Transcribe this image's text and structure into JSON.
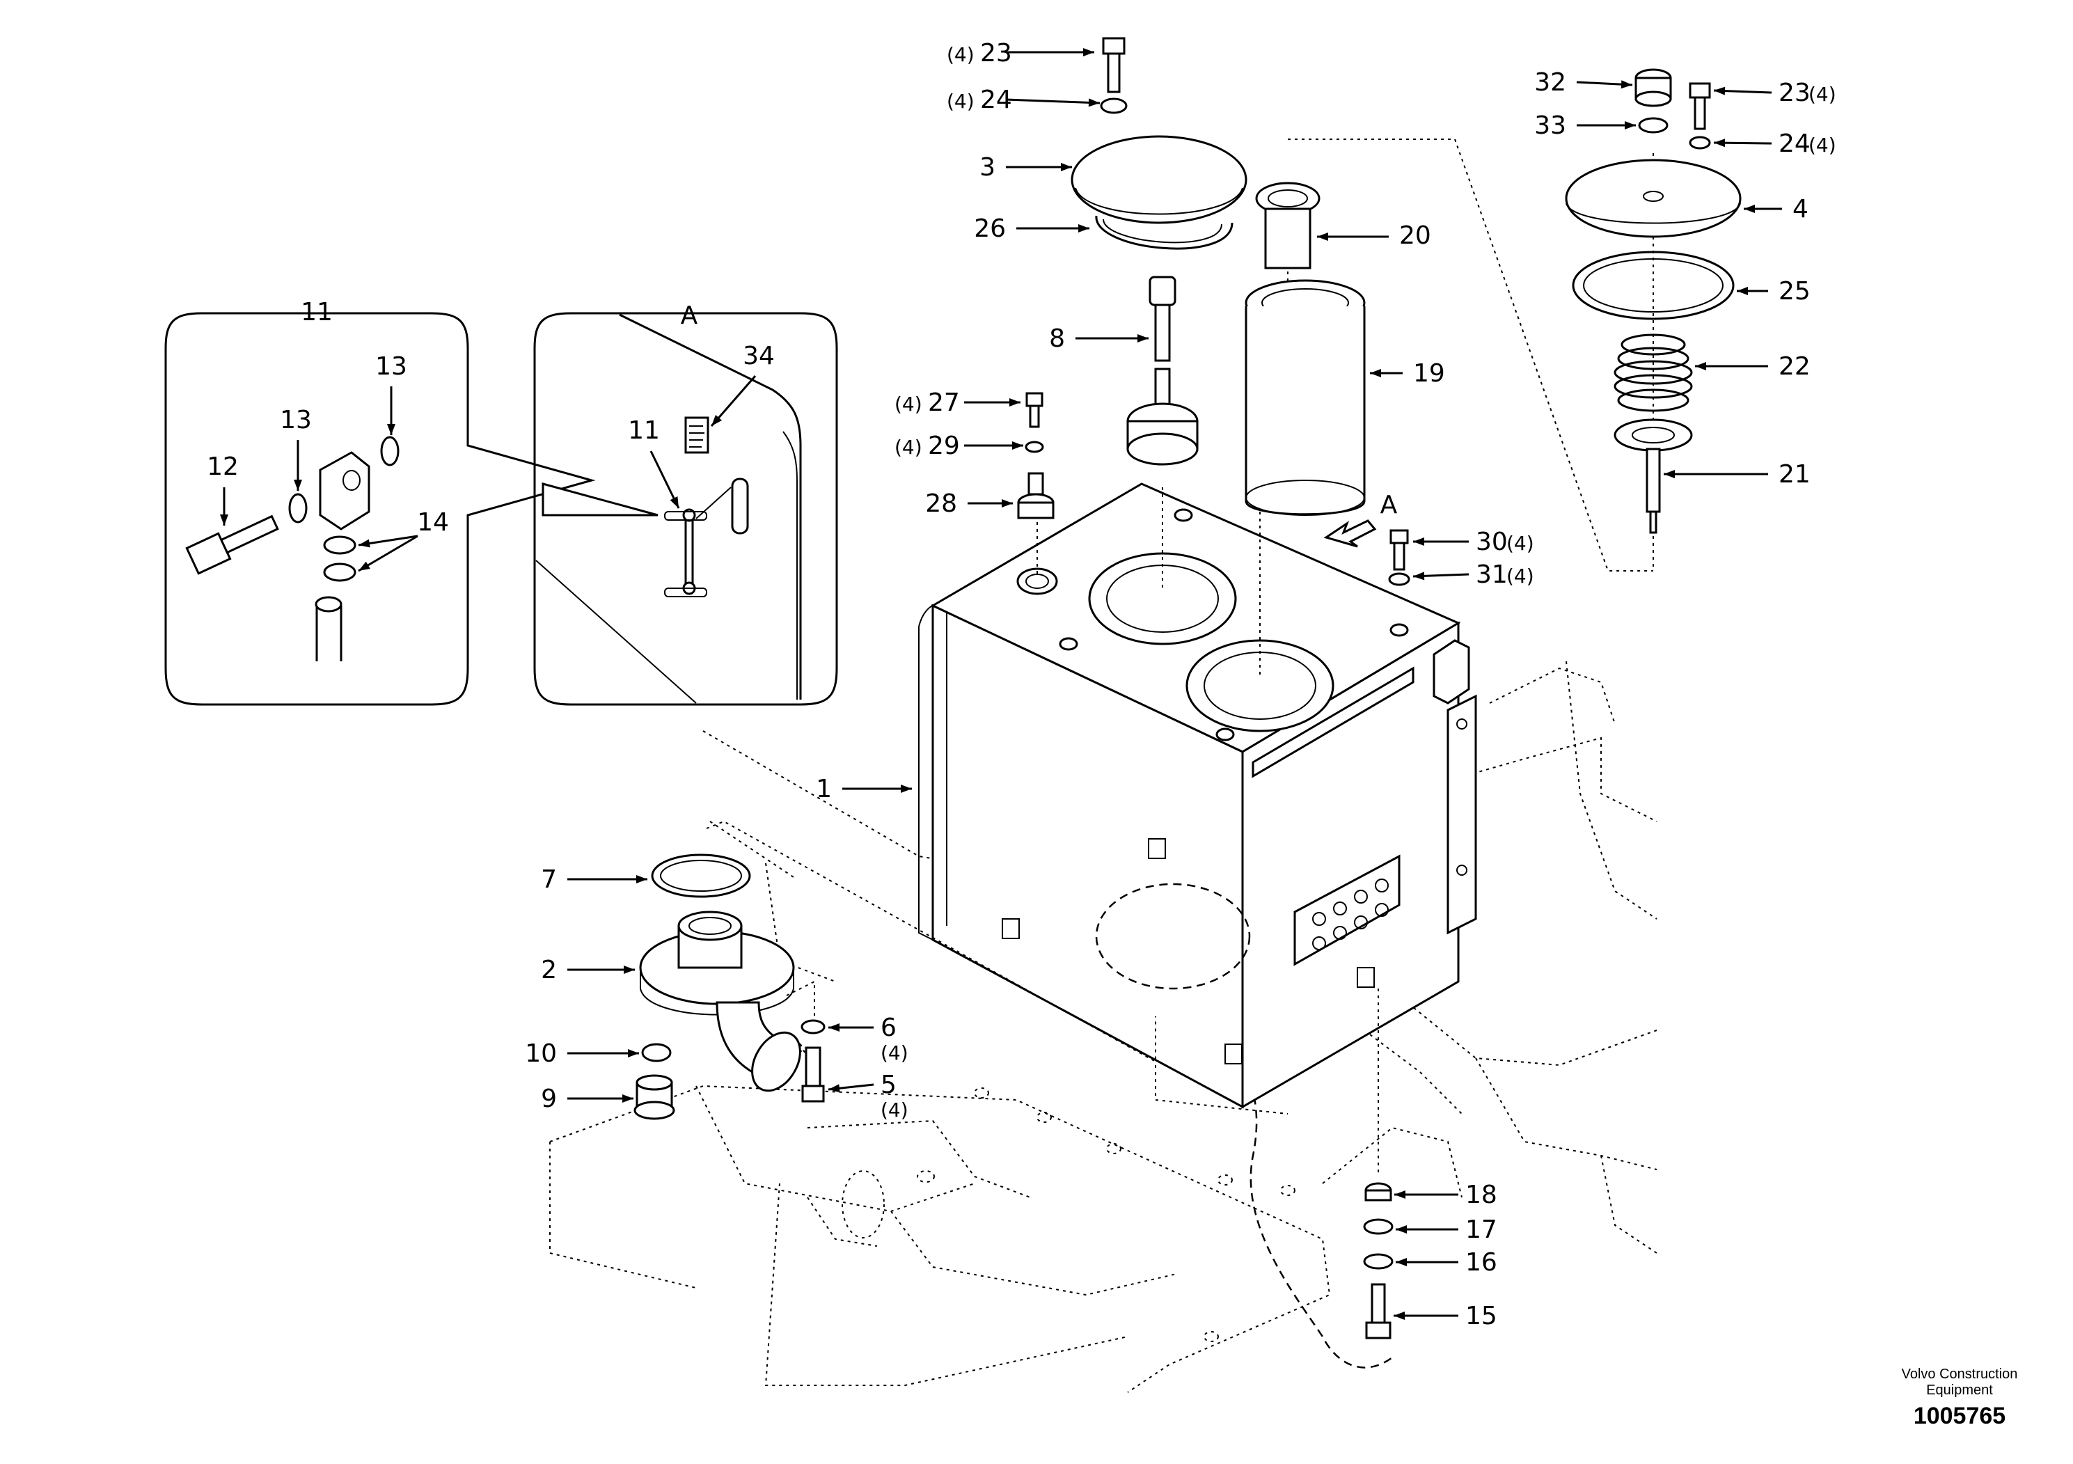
{
  "callouts": [
    {
      "id": "c23a",
      "number": "23",
      "qty": "(4)"
    },
    {
      "id": "c24a",
      "number": "24",
      "qty": "(4)"
    },
    {
      "id": "c3",
      "number": "3",
      "qty": ""
    },
    {
      "id": "c26",
      "number": "26",
      "qty": ""
    },
    {
      "id": "c20",
      "number": "20",
      "qty": ""
    },
    {
      "id": "c8",
      "number": "8",
      "qty": ""
    },
    {
      "id": "c19",
      "number": "19",
      "qty": ""
    },
    {
      "id": "c27",
      "number": "27",
      "qty": "(4)"
    },
    {
      "id": "c29",
      "number": "29",
      "qty": "(4)"
    },
    {
      "id": "c28",
      "number": "28",
      "qty": ""
    },
    {
      "id": "c30",
      "number": "30",
      "qty": "(4)"
    },
    {
      "id": "c31",
      "number": "31",
      "qty": "(4)"
    },
    {
      "id": "c32",
      "number": "32",
      "qty": ""
    },
    {
      "id": "c23b",
      "number": "23",
      "qty": "(4)"
    },
    {
      "id": "c33",
      "number": "33",
      "qty": ""
    },
    {
      "id": "c24b",
      "number": "24",
      "qty": "(4)"
    },
    {
      "id": "c4",
      "number": "4",
      "qty": ""
    },
    {
      "id": "c25",
      "number": "25",
      "qty": ""
    },
    {
      "id": "c22",
      "number": "22",
      "qty": ""
    },
    {
      "id": "c21",
      "number": "21",
      "qty": ""
    },
    {
      "id": "c1",
      "number": "1",
      "qty": ""
    },
    {
      "id": "c7",
      "number": "7",
      "qty": ""
    },
    {
      "id": "c2",
      "number": "2",
      "qty": ""
    },
    {
      "id": "c6",
      "number": "6",
      "qty": "(4)"
    },
    {
      "id": "c5",
      "number": "5",
      "qty": "(4)"
    },
    {
      "id": "c10",
      "number": "10",
      "qty": ""
    },
    {
      "id": "c9",
      "number": "9",
      "qty": ""
    },
    {
      "id": "c18",
      "number": "18",
      "qty": ""
    },
    {
      "id": "c17",
      "number": "17",
      "qty": ""
    },
    {
      "id": "c16",
      "number": "16",
      "qty": ""
    },
    {
      "id": "c15",
      "number": "15",
      "qty": ""
    },
    {
      "id": "c12",
      "number": "12",
      "qty": ""
    },
    {
      "id": "c13a",
      "number": "13",
      "qty": ""
    },
    {
      "id": "c13b",
      "number": "13",
      "qty": ""
    },
    {
      "id": "c14",
      "number": "14",
      "qty": ""
    },
    {
      "id": "c11d",
      "number": "11",
      "qty": ""
    },
    {
      "id": "c34",
      "number": "34",
      "qty": ""
    }
  ],
  "detail_11": {
    "title": "11"
  },
  "detail_a": {
    "title": "A"
  },
  "view_marker": {
    "label": "A"
  },
  "brand": {
    "line1": "Volvo Construction",
    "line2": "Equipment"
  },
  "document_number": "1005765"
}
